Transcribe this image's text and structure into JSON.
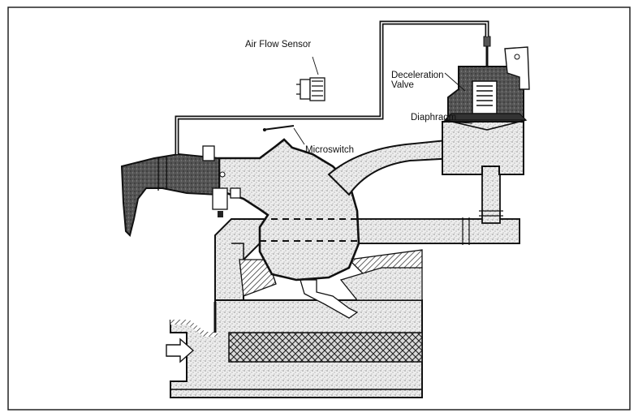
{
  "labels": {
    "air_flow_sensor": "Air Flow Sensor",
    "deceleration": "Deceleration",
    "valve": "Valve",
    "diaphragm": "Diaphragm",
    "microswitch": "Microswitch"
  },
  "colors": {
    "line": "#111111",
    "stipple_bg": "#eeeeee",
    "dark_fill": "#4a4a4a",
    "frame": "#222222"
  }
}
